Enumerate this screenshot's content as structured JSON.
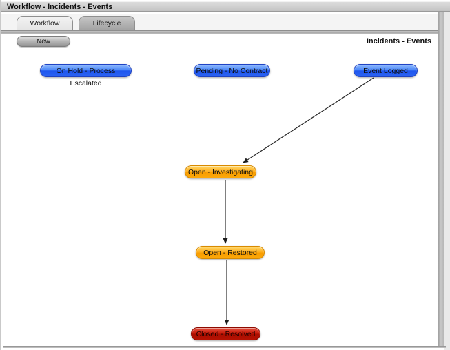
{
  "window": {
    "title": "Workflow - Incidents - Events"
  },
  "tabs": [
    {
      "label": "Workflow",
      "active": true
    },
    {
      "label": "Lifecycle",
      "active": false
    }
  ],
  "toolbar": {
    "new_label": "New",
    "heading": "Incidents - Events"
  },
  "diagram": {
    "nodes": [
      {
        "id": "on-hold-process-escalated",
        "label": "On Hold - Process Escalated",
        "color": "blue"
      },
      {
        "id": "pending-no-contract",
        "label": "Pending - No Contract",
        "color": "blue"
      },
      {
        "id": "event-logged",
        "label": "Event Logged",
        "color": "blue"
      },
      {
        "id": "open-investigating",
        "label": "Open  - Investigating",
        "color": "orange"
      },
      {
        "id": "open-restored",
        "label": "Open - Restored",
        "color": "orange"
      },
      {
        "id": "closed-resolved",
        "label": "Closed - Resolved",
        "color": "red"
      }
    ],
    "edges": [
      {
        "from": "event-logged",
        "to": "open-investigating"
      },
      {
        "from": "open-investigating",
        "to": "open-restored"
      },
      {
        "from": "open-restored",
        "to": "closed-resolved"
      }
    ],
    "colors": {
      "node_blue": "#2b63f2",
      "node_orange": "#fca00a",
      "node_red": "#b51203",
      "arrow": "#2b2b2b"
    }
  }
}
